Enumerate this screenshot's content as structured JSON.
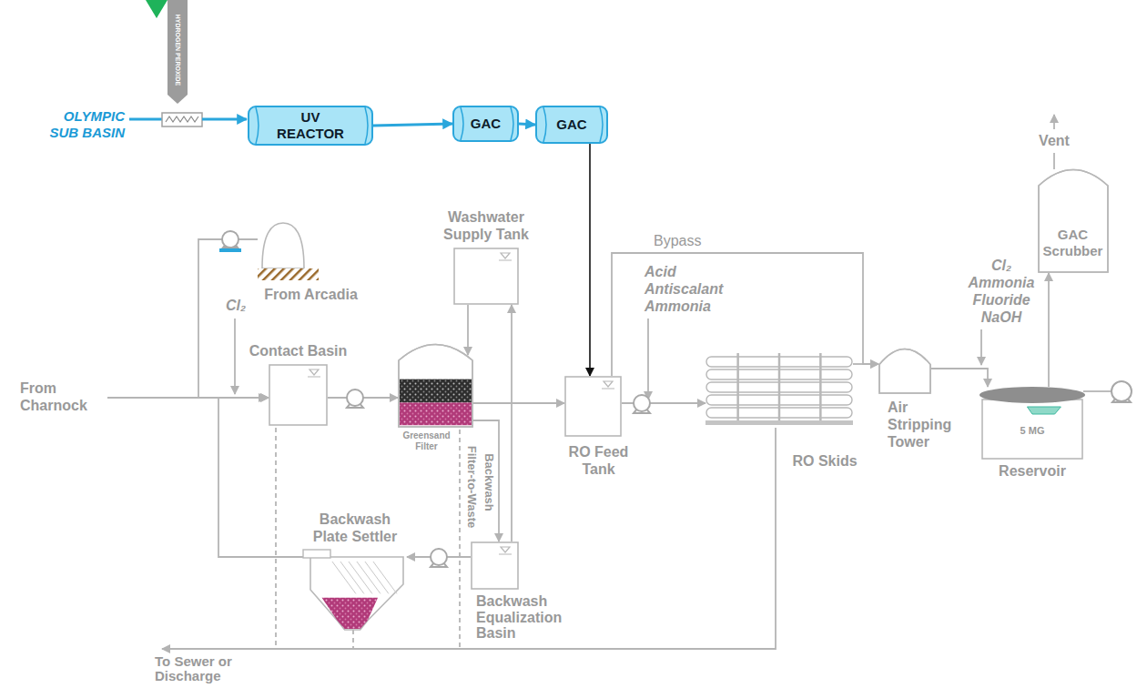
{
  "diagram": {
    "nodes": [
      {
        "text": [
          "UV REACTOR"
        ]
      },
      {
        "text": [
          "GAC"
        ]
      },
      {
        "text": [
          "GAC"
        ]
      },
      {
        "text": [
          "GAC Scrubber"
        ]
      },
      {
        "text": [
          "From Arcadia"
        ]
      },
      {
        "text": [
          "Washwater Supply Tank"
        ]
      },
      {
        "text": [
          "Contact Basin"
        ]
      },
      {
        "text": [
          "Greensand Filter"
        ]
      },
      {
        "text": [
          "RO Feed Tank"
        ]
      },
      {
        "text": [
          "RO Skids"
        ]
      },
      {
        "text": [
          "Air Stripping Tower"
        ]
      },
      {
        "text": [
          "5 MG",
          "Reservoir"
        ]
      },
      {
        "text": [
          "Backwash Plate Settler"
        ]
      },
      {
        "text": [
          "Backwash Equalization Basin"
        ]
      }
    ],
    "edges": [
      {
        "from": 0,
        "to": 1,
        "arrow": "to"
      },
      {
        "from": 1,
        "to": 2,
        "arrow": "to"
      },
      {
        "from": 2,
        "to": 8,
        "arrow": "to"
      },
      {
        "from": 4,
        "to": 6,
        "arrow": "to"
      },
      {
        "from": 5,
        "to": 7,
        "arrow": "to"
      },
      {
        "from": 6,
        "to": 7,
        "arrow": "to"
      },
      {
        "from": 7,
        "to": 8,
        "arrow": "to"
      },
      {
        "from": 7,
        "to": 13,
        "arrow": "to",
        "label": "Backwash"
      },
      {
        "from": 13,
        "to": 5,
        "arrow": "to"
      },
      {
        "from": 13,
        "to": 12,
        "arrow": "to"
      },
      {
        "from": 12,
        "to": 6,
        "arrow": "to"
      },
      {
        "from": 8,
        "to": 9,
        "arrow": "to"
      },
      {
        "from": 9,
        "to": 10,
        "arrow": "to"
      },
      {
        "from": 8,
        "to": 10,
        "arrow": "to",
        "label": "Bypass"
      },
      {
        "from": 10,
        "to": 11,
        "arrow": "to"
      },
      {
        "from": 11,
        "to": 3,
        "arrow": "to"
      }
    ],
    "labels": [
      "HYDROGEN PEROXIDE",
      "OLYMPIC SUB BASIN",
      "Vent",
      "Cl₂",
      "Cl₂ Ammonia Fluoride NaOH",
      "Acid Antiscalant Ammonia",
      "From Charnock",
      "Filter-to-Waste",
      "To Sewer or Discharge"
    ]
  }
}
